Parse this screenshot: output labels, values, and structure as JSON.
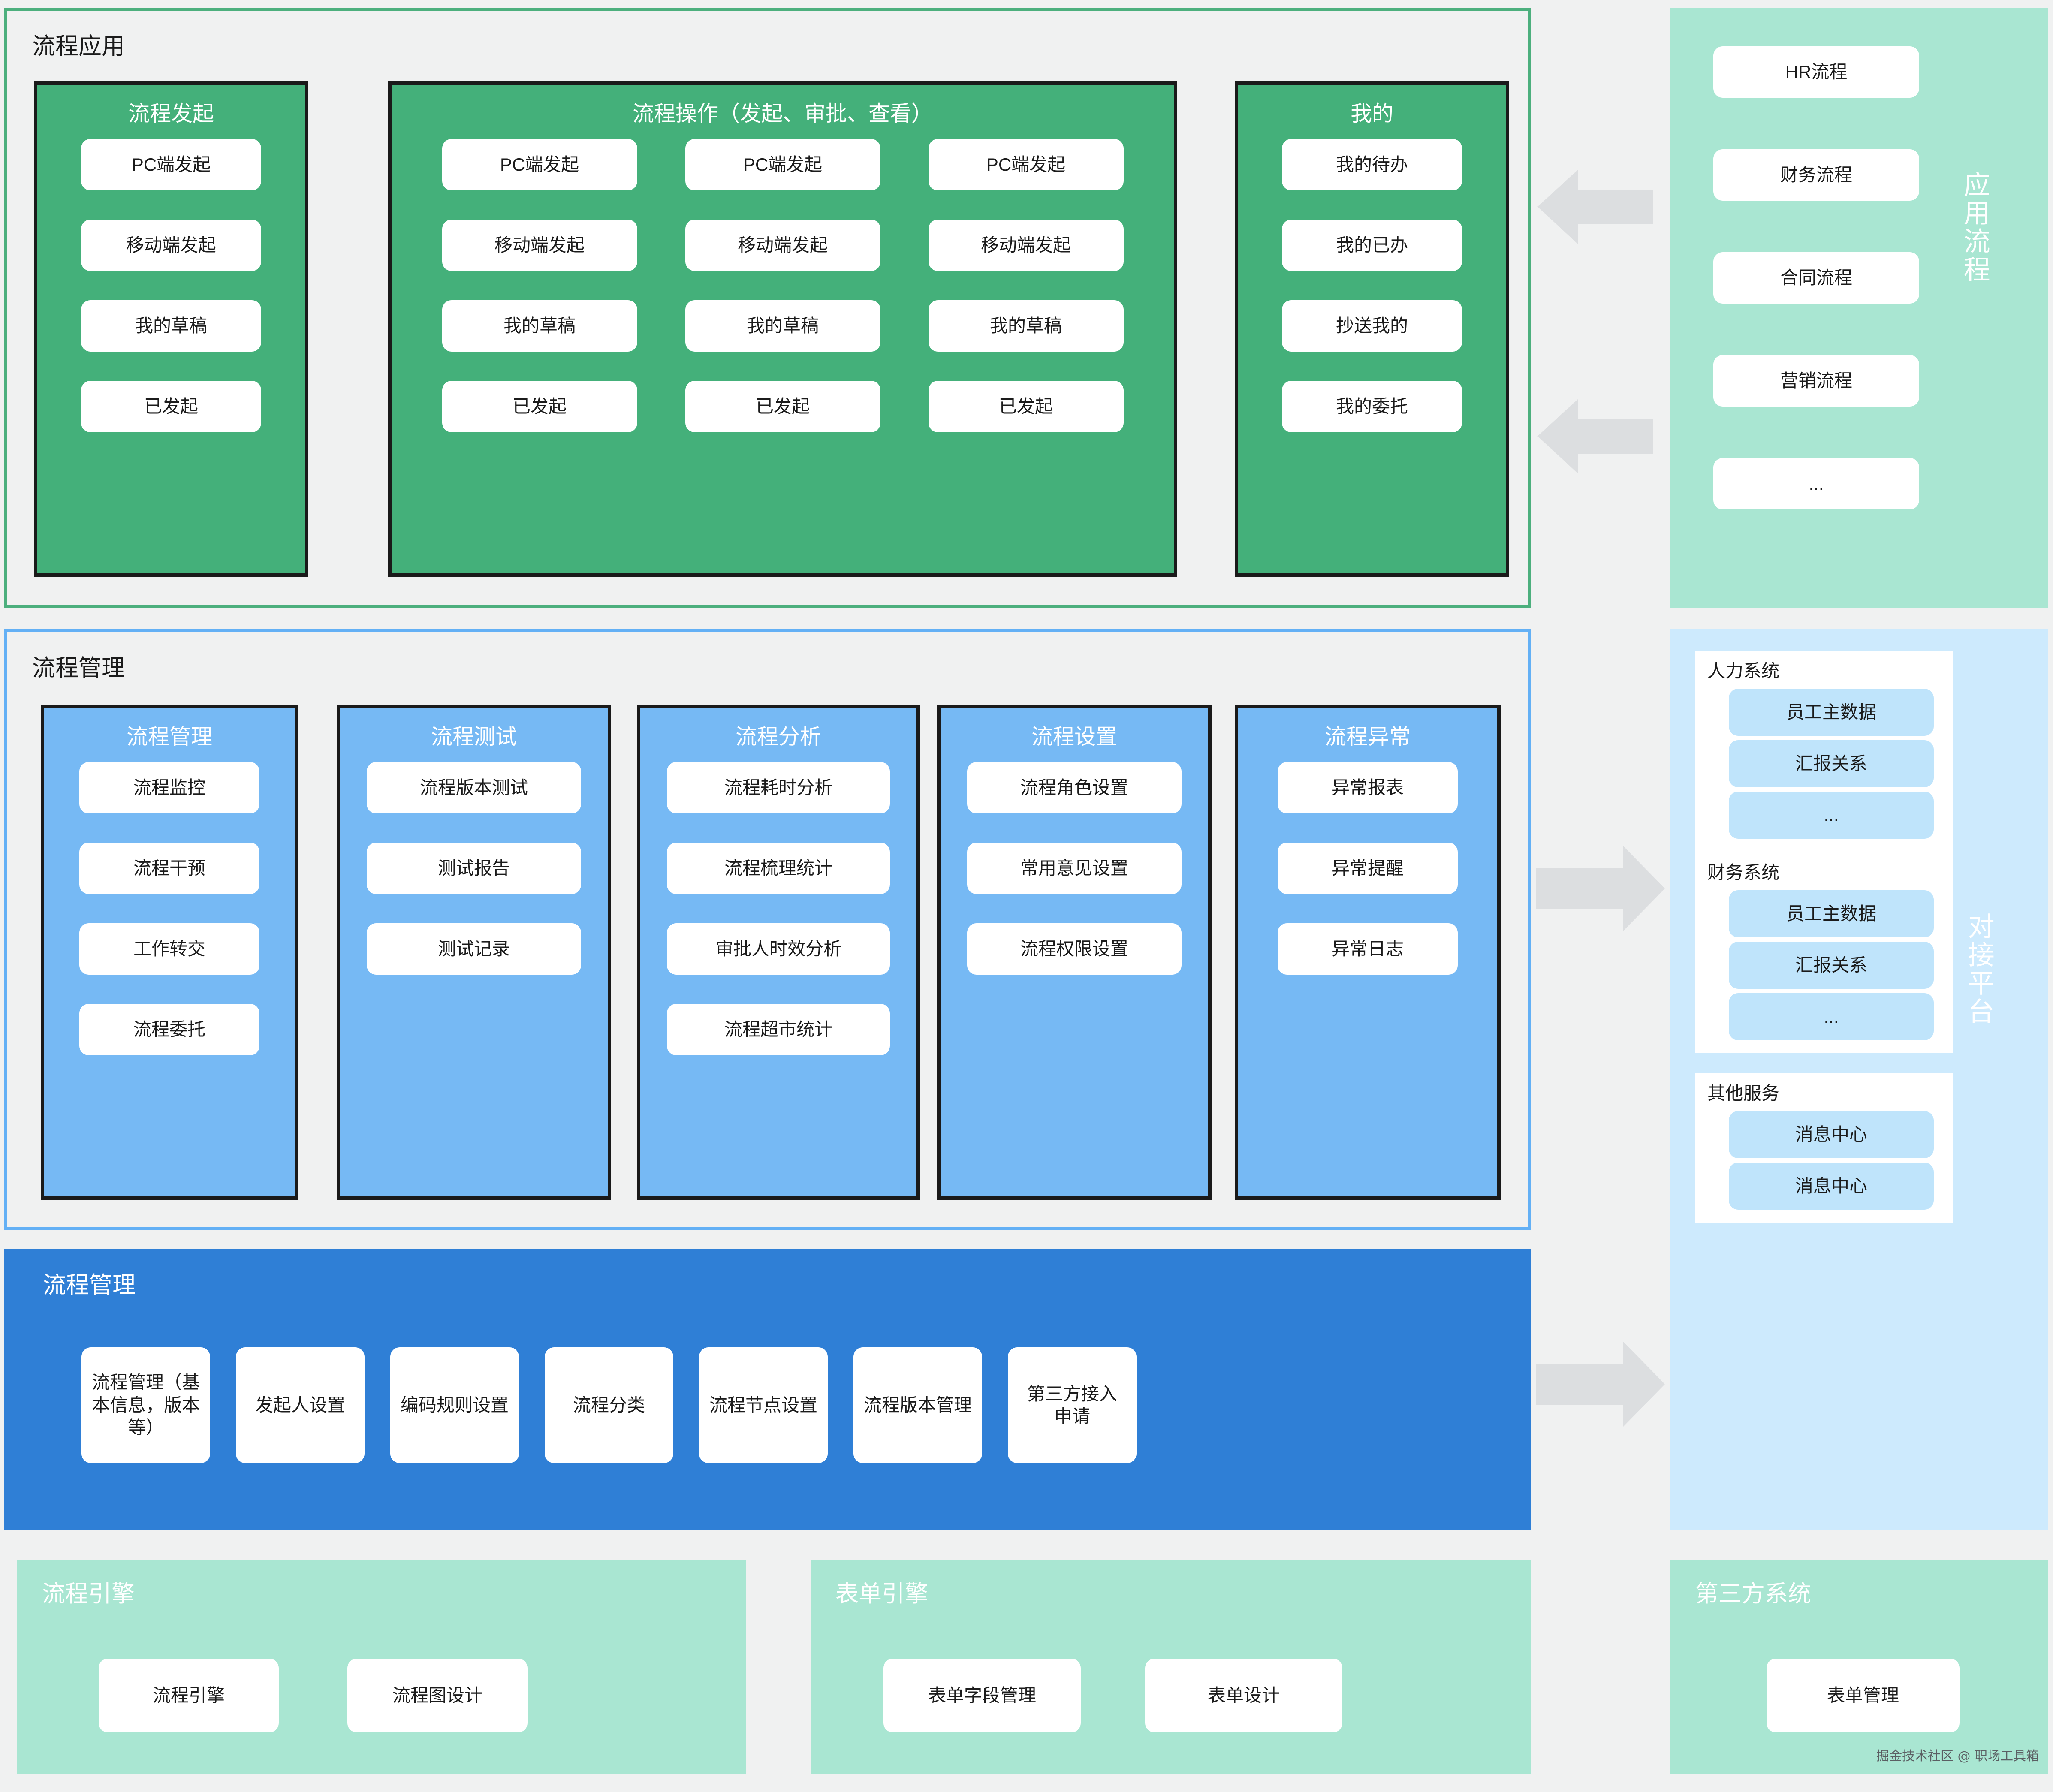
{
  "colors": {
    "page_bg": "#f0f1f1",
    "green_accent": "#4caf7d",
    "green_solid": "#44b07a",
    "mint": "#a9e6d2",
    "blue_accent": "#63b0f5",
    "blue_solid": "#76b9f4",
    "dark_blue": "#2f7fd6",
    "light_blue": "#cdeafd",
    "pill_blue": "#bfe4fb",
    "arrow_gray": "#dcdee0",
    "card_border": "#1a1a1a"
  },
  "app_section": {
    "title": "流程应用",
    "columns": [
      {
        "title": "流程发起",
        "items": [
          "PC端发起",
          "移动端发起",
          "我的草稿",
          "已发起"
        ]
      },
      {
        "title": "流程操作（发起、审批、查看）",
        "groups": [
          {
            "items": [
              "PC端发起",
              "移动端发起",
              "我的草稿",
              "已发起"
            ]
          },
          {
            "items": [
              "PC端发起",
              "移动端发起",
              "我的草稿",
              "已发起"
            ]
          },
          {
            "items": [
              "PC端发起",
              "移动端发起",
              "我的草稿",
              "已发起"
            ]
          }
        ]
      },
      {
        "title": "我的",
        "items": [
          "我的待办",
          "我的已办",
          "抄送我的",
          "我的委托"
        ]
      }
    ]
  },
  "app_flow_rail": {
    "label": "应用流程",
    "items": [
      "HR流程",
      "财务流程",
      "合同流程",
      "营销流程",
      "..."
    ]
  },
  "manage_section": {
    "title": "流程管理",
    "columns": [
      {
        "title": "流程管理",
        "items": [
          "流程监控",
          "流程干预",
          "工作转交",
          "流程委托"
        ]
      },
      {
        "title": "流程测试",
        "items": [
          "流程版本测试",
          "测试报告",
          "测试记录"
        ]
      },
      {
        "title": "流程分析",
        "items": [
          "流程耗时分析",
          "流程梳理统计",
          "审批人时效分析",
          "流程超市统计"
        ]
      },
      {
        "title": "流程设置",
        "items": [
          "流程角色设置",
          "常用意见设置",
          "流程权限设置"
        ]
      },
      {
        "title": "流程异常",
        "items": [
          "异常报表",
          "异常提醒",
          "异常日志"
        ]
      }
    ]
  },
  "config_band": {
    "title": "流程管理",
    "items": [
      "流程管理（基本信息，版本等）",
      "发起人设置",
      "编码规则设置",
      "流程分类",
      "流程节点设置",
      "流程版本管理",
      "第三方接入申请"
    ]
  },
  "platform_rail": {
    "label": "对接平台",
    "systems": [
      {
        "title": "人力系统",
        "items": [
          "员工主数据",
          "汇报关系",
          "..."
        ]
      },
      {
        "title": "财务系统",
        "items": [
          "员工主数据",
          "汇报关系",
          "..."
        ]
      },
      {
        "title": "其他服务",
        "items": [
          "消息中心",
          "消息中心"
        ]
      }
    ]
  },
  "bottom_sections": [
    {
      "title": "流程引擎",
      "items": [
        "流程引擎",
        "流程图设计"
      ]
    },
    {
      "title": "表单引擎",
      "items": [
        "表单字段管理",
        "表单设计"
      ]
    },
    {
      "title": "第三方系统",
      "items": [
        "表单管理"
      ]
    }
  ],
  "watermark": "掘金技术社区 @ 职场工具箱"
}
